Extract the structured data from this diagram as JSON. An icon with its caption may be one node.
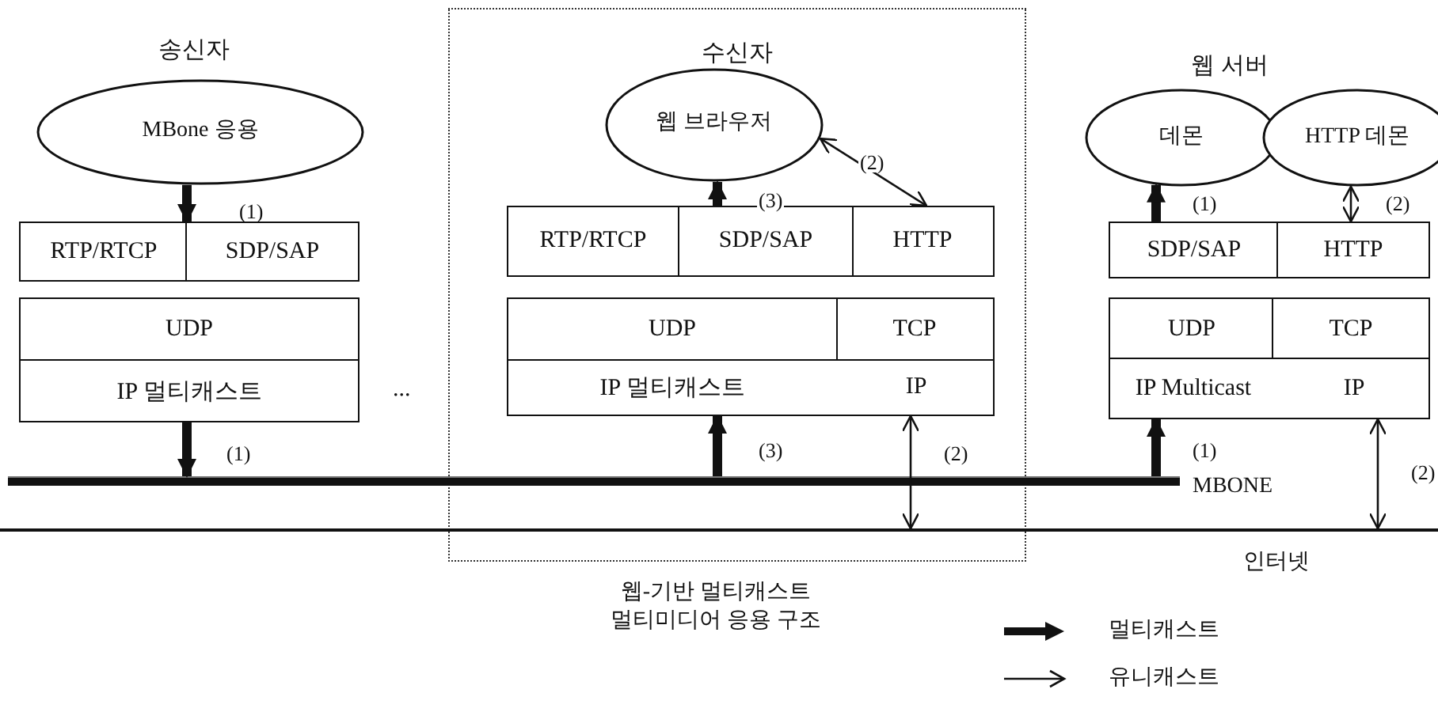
{
  "diagram": {
    "caption": "웹-기반 멀티캐스트 멀티미디어 응용 구조",
    "nodes": [
      {
        "text": [
          "MBone 응용"
        ]
      },
      {
        "text": [
          "RTP/RTCP"
        ]
      },
      {
        "text": [
          "SDP/SAP"
        ]
      },
      {
        "text": [
          "UDP"
        ]
      },
      {
        "text": [
          "IP 멀티캐스트"
        ]
      },
      {
        "text": [
          "수신자"
        ]
      },
      {
        "text": [
          "웹 브라우저"
        ],
        "in": 5
      },
      {
        "text": [
          "RTP/RTCP"
        ],
        "in": 5
      },
      {
        "text": [
          "SDP/SAP"
        ],
        "in": 5
      },
      {
        "text": [
          "HTTP"
        ],
        "in": 5
      },
      {
        "text": [
          "UDP"
        ],
        "in": 5
      },
      {
        "text": [
          "TCP"
        ],
        "in": 5
      },
      {
        "text": [
          "IP 멀티캐스트",
          "IP"
        ],
        "in": 5
      },
      {
        "text": [
          "데몬"
        ]
      },
      {
        "text": [
          "HTTP 데몬"
        ]
      },
      {
        "text": [
          "SDP/SAP"
        ]
      },
      {
        "text": [
          "HTTP"
        ]
      },
      {
        "text": [
          "UDP"
        ]
      },
      {
        "text": [
          "TCP"
        ]
      },
      {
        "text": [
          "IP Multicast",
          "IP"
        ]
      },
      {
        "text": [
          "MBONE"
        ]
      },
      {
        "text": [
          "인터넷"
        ]
      }
    ],
    "edges": [
      {
        "from": 0,
        "to": 1,
        "arrow": "to",
        "label": "(1)"
      },
      {
        "from": 4,
        "to": 20,
        "arrow": "to",
        "label": "(1)"
      },
      {
        "from": 20,
        "to": 12,
        "arrow": "to",
        "label": "(3)"
      },
      {
        "from": 8,
        "to": 6,
        "arrow": "to",
        "label": "(3)"
      },
      {
        "from": 6,
        "to": 9,
        "arrow": "both",
        "label": "(2)"
      },
      {
        "from": 12,
        "to": 21,
        "arrow": "both",
        "label": "(2)"
      },
      {
        "from": 20,
        "to": 19,
        "arrow": "to",
        "label": "(1)"
      },
      {
        "from": 15,
        "to": 13,
        "arrow": "to",
        "label": "(1)"
      },
      {
        "from": 16,
        "to": 14,
        "arrow": "both",
        "label": "(2)"
      },
      {
        "from": 19,
        "to": 21,
        "arrow": "both",
        "label": "(2)"
      }
    ],
    "labels": [
      "송신자",
      "...",
      "웹 서버"
    ],
    "legend": [
      {
        "text": "멀티캐스트"
      },
      {
        "text": "유니캐스트"
      }
    ]
  }
}
